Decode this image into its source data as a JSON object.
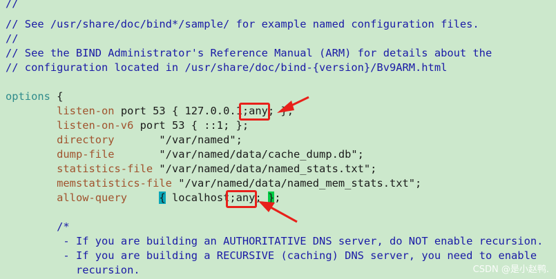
{
  "editor": {
    "lines": [
      {
        "text": "//"
      },
      {
        "text": "// See /usr/share/doc/bind*/sample/ for example named configuration files."
      },
      {
        "text": "//"
      },
      {
        "text": "// See the BIND Administrator's Reference Manual (ARM) for details about the"
      },
      {
        "text": "// configuration located in /usr/share/doc/bind-{version}/Bv9ARM.html"
      },
      {
        "text": ""
      },
      {
        "keyword": "options",
        "rest": " {"
      },
      {
        "indent": "        ",
        "directive": "listen-on",
        "rest": " port 53 { 127.0.0.1;",
        "boxed": "any;",
        "tail": " };"
      },
      {
        "indent": "        ",
        "directive": "listen-on-v6",
        "rest": " port 53 { ::1; };"
      },
      {
        "indent": "        ",
        "directive": "directory",
        "rest": "       \"/var/named\";"
      },
      {
        "indent": "        ",
        "directive": "dump-file",
        "rest": "       \"/var/named/data/cache_dump.db\";"
      },
      {
        "indent": "        ",
        "directive": "statistics-file",
        "rest": " \"/var/named/data/named_stats.txt\";"
      },
      {
        "indent": "        ",
        "directive": "memstatistics-file",
        "rest": " \"/var/named/data/named_mem_stats.txt\";"
      },
      {
        "indent": "        ",
        "directive": "allow-query",
        "mid": "     ",
        "open": "{",
        "rest": " localhost;",
        "boxed": "any;",
        "space": " ",
        "close": "}",
        "tail": ";"
      },
      {
        "text": ""
      },
      {
        "indent": "        ",
        "comment": "/*"
      },
      {
        "indent": "         ",
        "dash": "-",
        "comment": " If you are building an AUTHORITATIVE DNS server, do NOT enable recursion."
      },
      {
        "indent": "         ",
        "dash": "-",
        "comment": " If you are building a RECURSIVE (caching) DNS server, you need to enable"
      },
      {
        "indent": "           ",
        "comment": "recursion."
      }
    ]
  },
  "watermark": "CSDN @是小赵鸭.",
  "colors": {
    "background": "#cce8cc",
    "comment": "#1a1aa6",
    "keyword": "#2e8b8b",
    "directive": "#a0522d",
    "highlight_box": "#e8201a",
    "brace_cyan": "#0aa7b8",
    "brace_green": "#00cc44"
  }
}
